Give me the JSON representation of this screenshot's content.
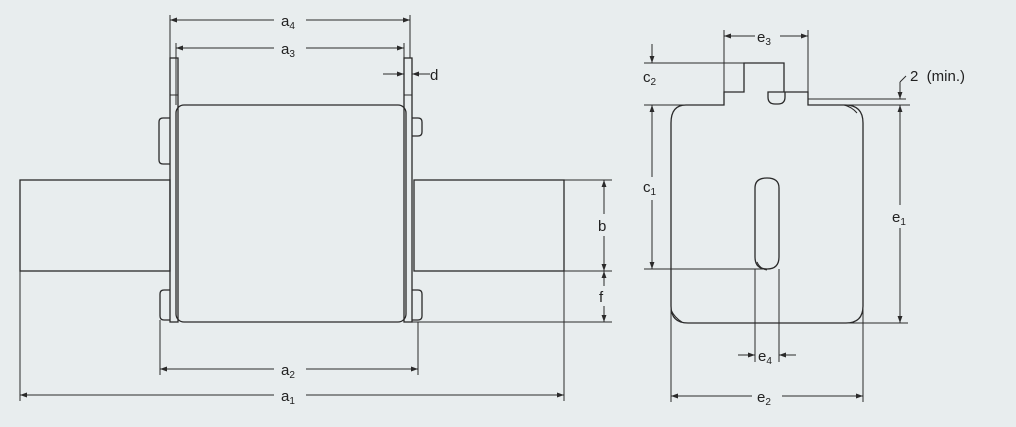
{
  "diagram": {
    "colors": {
      "background": "#e8edee",
      "body": "#eef1f2",
      "line": "#2a2a2a"
    },
    "side_view": {
      "labels": {
        "a4": {
          "main": "a",
          "sub": "4"
        },
        "a3": {
          "main": "a",
          "sub": "3"
        },
        "d": {
          "main": "d"
        },
        "b": {
          "main": "b"
        },
        "f": {
          "main": "f"
        },
        "a2": {
          "main": "a",
          "sub": "2"
        },
        "a1": {
          "main": "a",
          "sub": "1"
        }
      }
    },
    "front_view": {
      "labels": {
        "e3": {
          "main": "e",
          "sub": "3"
        },
        "c2": {
          "main": "c",
          "sub": "2"
        },
        "min": {
          "main": "2  (min.)"
        },
        "c1": {
          "main": "c",
          "sub": "1"
        },
        "e1": {
          "main": "e",
          "sub": "1"
        },
        "e4": {
          "main": "e",
          "sub": "4"
        },
        "e2": {
          "main": "e",
          "sub": "2"
        }
      }
    }
  }
}
